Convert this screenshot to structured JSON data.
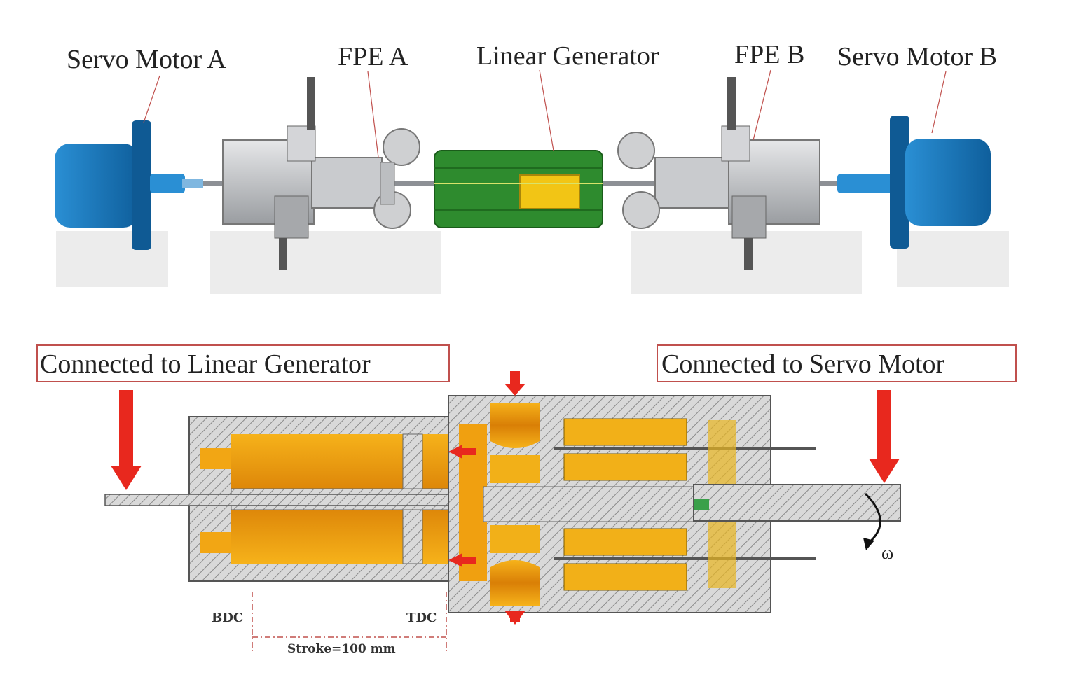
{
  "labels": {
    "servo_a": "Servo Motor A",
    "fpe_a": "FPE A",
    "linear_generator": "Linear Generator",
    "fpe_b": "FPE B",
    "servo_b": "Servo Motor B",
    "connected_generator": "Connected to Linear Generator",
    "connected_servo": "Connected to Servo Motor",
    "bdc": "BDC",
    "tdc": "TDC",
    "stroke": "Stroke=100 mm",
    "omega": "ω"
  },
  "colors": {
    "servo_blue": "#1e7fc0",
    "generator_green": "#2e8b2e",
    "mover_yellow": "#f2c515",
    "engine_gray": "#b9bcc0",
    "cutaway_orange": "#f0a010",
    "arrow_red": "#e8281e",
    "box_border": "#c0504d"
  }
}
